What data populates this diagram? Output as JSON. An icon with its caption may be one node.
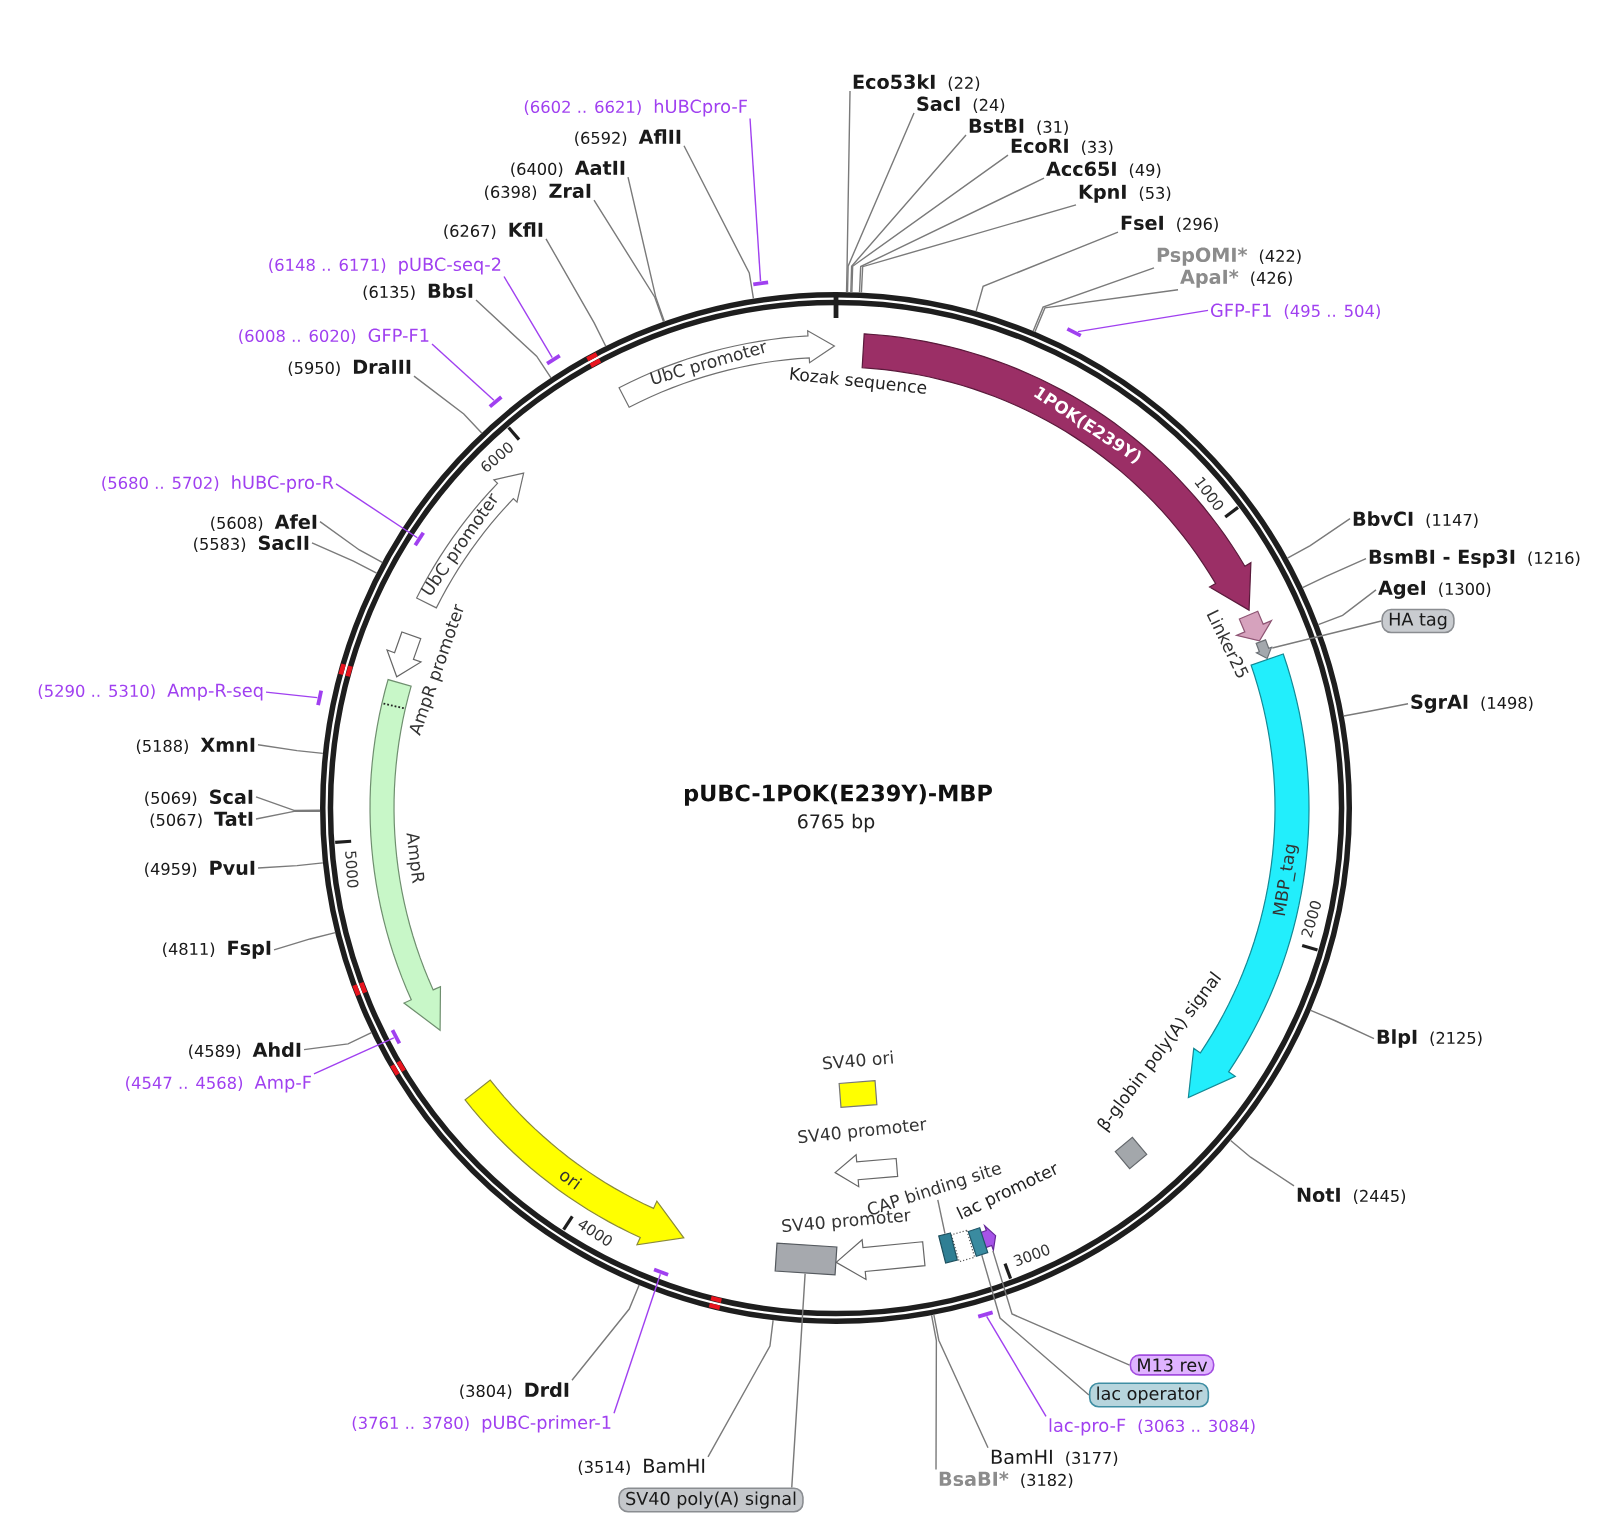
{
  "diagram": {
    "title": "pUBC-1POK(E239Y)-MBP",
    "nodes": [
      {
        "text": [],
        "shape": "circle"
      },
      {
        "text": [
          "Eco53kI",
          "(22)"
        ]
      },
      {
        "text": [
          "SacI",
          "(24)"
        ]
      },
      {
        "text": [
          "BstBI",
          "(31)"
        ]
      },
      {
        "text": [
          "EcoRI",
          "(33)"
        ]
      },
      {
        "text": [
          "Acc65I",
          "(49)"
        ]
      },
      {
        "text": [
          "KpnI",
          "(53)"
        ]
      },
      {
        "text": [
          "FseI",
          "(296)"
        ]
      },
      {
        "text": [
          "PspOMI*",
          "(422)"
        ]
      },
      {
        "text": [
          "ApaI*",
          "(426)"
        ]
      },
      {
        "text": [
          "GFP-F1",
          "(495 .. 504)"
        ]
      },
      {
        "text": [],
        "shape": "bar"
      },
      {
        "text": [
          "BbvCI",
          "(1147)"
        ]
      },
      {
        "text": [
          "BsmBI - Esp3I",
          "(1216)"
        ]
      },
      {
        "text": [
          "AgeI",
          "(1300)"
        ]
      },
      {
        "text": [
          "HA tag"
        ]
      },
      {
        "text": [
          "SgrAI",
          "(1498)"
        ]
      },
      {
        "text": [
          "BlpI",
          "(2125)"
        ]
      },
      {
        "text": [
          "NotI",
          "(2445)"
        ]
      },
      {
        "text": [
          "M13 rev"
        ]
      },
      {
        "text": [
          "lac operator"
        ]
      },
      {
        "text": [
          "lac-pro-F",
          "(3063 .. 3084)"
        ]
      },
      {
        "text": [],
        "shape": "bar"
      },
      {
        "text": [
          "BamHI",
          "(3177)"
        ]
      },
      {
        "text": [
          "BsaBI*",
          "(3182)"
        ]
      },
      {
        "text": [
          "SV40 poly(A) signal"
        ]
      },
      {
        "text": [
          "(3514)",
          "BamHI"
        ]
      },
      {
        "text": [
          "(3761 .. 3780)",
          "pUBC-primer-1"
        ]
      },
      {
        "text": [],
        "shape": "bar",
        "in": 0
      },
      {
        "text": [
          "(3804)",
          "DrdI"
        ]
      },
      {
        "text": [
          "(4547 .. 4568)",
          "Amp-F"
        ]
      },
      {
        "text": [],
        "shape": "bar",
        "in": 0
      },
      {
        "text": [
          "(4589)",
          "AhdI"
        ]
      },
      {
        "text": [
          "(4811)",
          "FspI"
        ]
      },
      {
        "text": [
          "(4959)",
          "PvuI"
        ]
      },
      {
        "text": [
          "(5067)",
          "TatI"
        ]
      },
      {
        "text": [
          "(5069)",
          "ScaI"
        ]
      },
      {
        "text": [
          "(5188)",
          "XmnI"
        ]
      },
      {
        "text": [
          "(5290 .. 5310)",
          "Amp-R-seq"
        ]
      },
      {
        "text": [],
        "shape": "bar"
      },
      {
        "text": [
          "(5583)",
          "SacII"
        ]
      },
      {
        "text": [
          "(5608)",
          "AfeI"
        ]
      },
      {
        "text": [
          "(5680 .. 5702)",
          "hUBC-pro-R"
        ]
      },
      {
        "text": [],
        "shape": "bar",
        "in": 0
      },
      {
        "text": [
          "(5950)",
          "DraIII"
        ]
      },
      {
        "text": [
          "(6008 .. 6020)",
          "GFP-F1"
        ]
      },
      {
        "text": [],
        "shape": "bar"
      },
      {
        "text": [
          "(6135)",
          "BbsI"
        ]
      },
      {
        "text": [
          "(6148 .. 6171)",
          "pUBC-seq-2"
        ]
      },
      {
        "text": [],
        "shape": "bar"
      },
      {
        "text": [
          "(6267)",
          "KflI"
        ]
      },
      {
        "text": [
          "(6398)",
          "ZraI"
        ]
      },
      {
        "text": [
          "(6400)",
          "AatII"
        ]
      },
      {
        "text": [
          "(6592)",
          "AflII"
        ]
      },
      {
        "text": [
          "(6602 .. 6621)",
          "hUBCpro-F"
        ]
      },
      {
        "text": [],
        "shape": "bar"
      },
      {
        "text": [
          "UbC promoter"
        ],
        "in": 0
      },
      {
        "text": [
          "1POK(E239Y)"
        ],
        "in": 0
      },
      {
        "text": [],
        "shape": "arrow",
        "beside": [
          "Linker25"
        ],
        "in": 0
      },
      {
        "text": [],
        "shape": "arrow",
        "in": 0
      },
      {
        "text": [
          "MBP_tag"
        ],
        "in": 0
      },
      {
        "text": [],
        "shape": "diamond",
        "in": 0
      },
      {
        "text": [],
        "shape": "arrow",
        "in": 0
      },
      {
        "text": [],
        "shape": "box",
        "in": 0
      },
      {
        "text": [],
        "shape": "box",
        "in": 0
      },
      {
        "text": [],
        "shape": "box",
        "in": 0
      },
      {
        "text": [
          "CAP binding site"
        ],
        "in": 0
      },
      {
        "text": [],
        "shape": "arrow",
        "beside": [
          "SV40 promoter"
        ],
        "in": 0
      },
      {
        "text": [],
        "shape": "box",
        "in": 0
      },
      {
        "text": [],
        "shape": "arrow",
        "beside": [
          "SV40 promoter"
        ],
        "in": 0
      },
      {
        "text": [],
        "shape": "box",
        "beside": [
          "SV40 ori"
        ],
        "in": 0
      },
      {
        "text": [
          "ori"
        ],
        "in": 0
      },
      {
        "text": [],
        "shape": "arrow",
        "beside": [
          "AmpR"
        ],
        "in": 0
      },
      {
        "text": [],
        "shape": "arrow",
        "beside": [
          "AmpR promoter"
        ],
        "in": 0
      },
      {
        "text": [
          "UbC promoter"
        ],
        "in": 0
      }
    ],
    "edges": [
      {
        "from": 1,
        "to": 0,
        "arrow": "none"
      },
      {
        "from": 2,
        "to": 0,
        "arrow": "none"
      },
      {
        "from": 3,
        "to": 0,
        "arrow": "none"
      },
      {
        "from": 4,
        "to": 0,
        "arrow": "none"
      },
      {
        "from": 5,
        "to": 0,
        "arrow": "none"
      },
      {
        "from": 6,
        "to": 0,
        "arrow": "none"
      },
      {
        "from": 7,
        "to": 0,
        "arrow": "none"
      },
      {
        "from": 8,
        "to": 0,
        "arrow": "none"
      },
      {
        "from": 9,
        "to": 0,
        "arrow": "none"
      },
      {
        "from": 10,
        "to": 11,
        "arrow": "none",
        "color": "#a040f0"
      },
      {
        "from": 12,
        "to": 0,
        "arrow": "none"
      },
      {
        "from": 13,
        "to": 0,
        "arrow": "none"
      },
      {
        "from": 14,
        "to": 0,
        "arrow": "none"
      },
      {
        "from": 15,
        "to": 59,
        "arrow": "none"
      },
      {
        "from": 16,
        "to": 0,
        "arrow": "none"
      },
      {
        "from": 17,
        "to": 0,
        "arrow": "none"
      },
      {
        "from": 18,
        "to": 0,
        "arrow": "none"
      },
      {
        "from": 19,
        "to": 62,
        "arrow": "none"
      },
      {
        "from": 20,
        "to": 63,
        "arrow": "none"
      },
      {
        "from": 21,
        "to": 22,
        "arrow": "none",
        "color": "#a040f0"
      },
      {
        "from": 23,
        "to": 0,
        "arrow": "none"
      },
      {
        "from": 24,
        "to": 0,
        "arrow": "none"
      },
      {
        "from": 25,
        "to": 68,
        "arrow": "none"
      },
      {
        "from": 26,
        "to": 0,
        "arrow": "none"
      },
      {
        "from": 27,
        "to": 28,
        "arrow": "none",
        "color": "#a040f0"
      },
      {
        "from": 29,
        "to": 0,
        "arrow": "none"
      },
      {
        "from": 30,
        "to": 31,
        "arrow": "none",
        "color": "#a040f0"
      },
      {
        "from": 32,
        "to": 0,
        "arrow": "none"
      },
      {
        "from": 33,
        "to": 0,
        "arrow": "none"
      },
      {
        "from": 34,
        "to": 0,
        "arrow": "none"
      },
      {
        "from": 35,
        "to": 0,
        "arrow": "none"
      },
      {
        "from": 36,
        "to": 0,
        "arrow": "none"
      },
      {
        "from": 37,
        "to": 0,
        "arrow": "none"
      },
      {
        "from": 38,
        "to": 39,
        "arrow": "none",
        "color": "#a040f0"
      },
      {
        "from": 40,
        "to": 0,
        "arrow": "none"
      },
      {
        "from": 41,
        "to": 0,
        "arrow": "none"
      },
      {
        "from": 42,
        "to": 43,
        "arrow": "none",
        "color": "#a040f0"
      },
      {
        "from": 44,
        "to": 0,
        "arrow": "none"
      },
      {
        "from": 45,
        "to": 46,
        "arrow": "none",
        "color": "#a040f0"
      },
      {
        "from": 47,
        "to": 0,
        "arrow": "none"
      },
      {
        "from": 48,
        "to": 49,
        "arrow": "none",
        "color": "#a040f0"
      },
      {
        "from": 50,
        "to": 0,
        "arrow": "none"
      },
      {
        "from": 51,
        "to": 0,
        "arrow": "none"
      },
      {
        "from": 52,
        "to": 0,
        "arrow": "none"
      },
      {
        "from": 53,
        "to": 0,
        "arrow": "none"
      },
      {
        "from": 54,
        "to": 55,
        "arrow": "none",
        "color": "#a040f0"
      },
      {
        "from": 66,
        "to": 65,
        "arrow": "none"
      }
    ],
    "labels": [
      "Kozak sequence",
      "1000",
      "2000",
      "3000",
      "4000",
      "5000",
      "6000",
      "lac promoter",
      "β-globin poly(A) signal",
      "6765 bp"
    ]
  }
}
